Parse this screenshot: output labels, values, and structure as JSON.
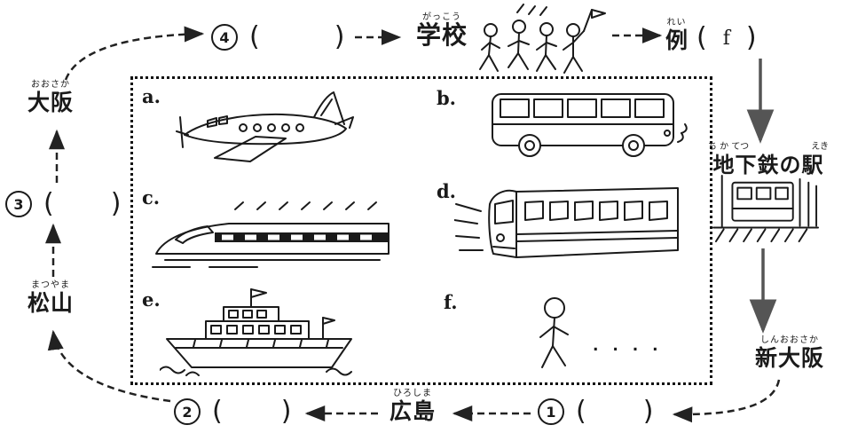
{
  "palette": {
    "ink": "#1a1a1a",
    "paper": "#ffffff",
    "arrow_gray": "#555555"
  },
  "choices": [
    {
      "label": "a.",
      "name": "airplane"
    },
    {
      "label": "b.",
      "name": "bus"
    },
    {
      "label": "c.",
      "name": "bullet-train"
    },
    {
      "label": "d.",
      "name": "express-train"
    },
    {
      "label": "e.",
      "name": "ship"
    },
    {
      "label": "f.",
      "name": "walking"
    }
  ],
  "walking_dots": ". . . .",
  "stations": {
    "osaka": {
      "furigana": "おおさか",
      "text": "大阪"
    },
    "matsuyama": {
      "furigana": "まつやま",
      "text": "松山"
    },
    "school": {
      "furigana": "がっこう",
      "text": "学校"
    },
    "example": {
      "furigana": "れい",
      "label": "例",
      "open": "(",
      "answer": "f",
      "close": ")"
    },
    "subway_station": {
      "furigana_1": "ち か てつ",
      "furigana_2": "えき",
      "text": "地下鉄の駅"
    },
    "shin_osaka": {
      "furigana": "しんおおさか",
      "text": "新大阪"
    },
    "hiroshima": {
      "furigana": "ひろしま",
      "text": "広島"
    }
  },
  "blanks": {
    "q1": {
      "number": "1",
      "open": "(",
      "close": ")"
    },
    "q2": {
      "number": "2",
      "open": "(",
      "close": ")"
    },
    "q3": {
      "number": "3",
      "open": "(",
      "close": ")"
    },
    "q4": {
      "number": "4",
      "open": "(",
      "close": ")"
    }
  }
}
